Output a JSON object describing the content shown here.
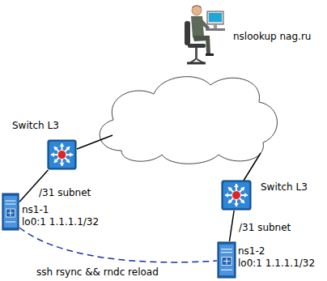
{
  "diagram": {
    "nodes": [
      {
        "text": [
          "nslookup nag.ru"
        ]
      },
      {
        "text": [
          "Switch L3"
        ]
      },
      {
        "text": [
          "Switch L3"
        ]
      },
      {
        "text": [
          "ns1-1",
          "lo0:1 1.1.1.1/32"
        ]
      },
      {
        "text": [
          "ns1-2",
          "lo0:1 1.1.1.1/32"
        ]
      }
    ],
    "edges": [
      {
        "from": 1,
        "to": 3,
        "arrow": "none",
        "label": "/31 subnet"
      },
      {
        "from": 2,
        "to": 4,
        "arrow": "none",
        "label": "/31 subnet"
      },
      {
        "from": 3,
        "to": 4,
        "arrow": "none",
        "label": "ssh rsync && rndc reload"
      }
    ]
  }
}
